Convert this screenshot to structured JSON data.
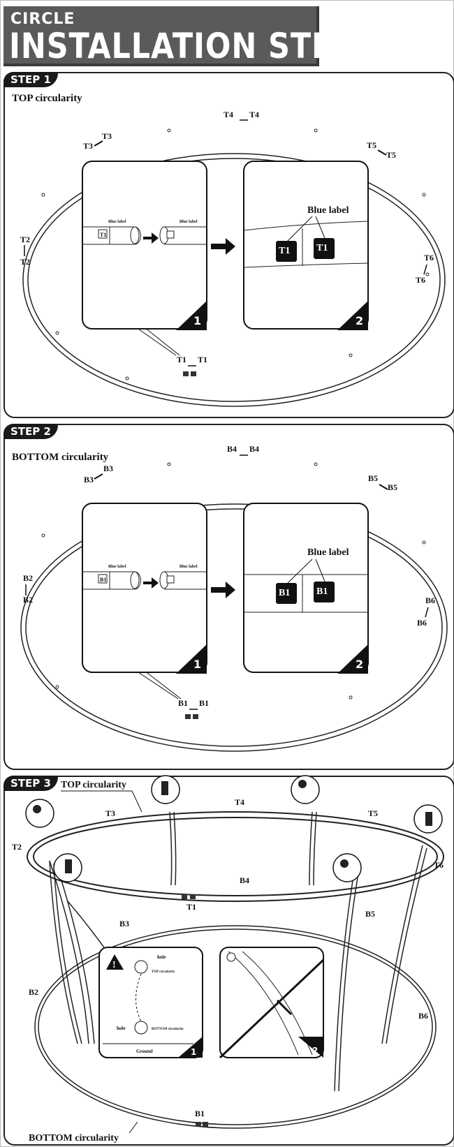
{
  "header": {
    "line1": "CIRCLE",
    "line2": "INSTALLATION STEPS"
  },
  "step1": {
    "tab": "STEP 1",
    "title": "TOP circularity",
    "labels": {
      "T1": "T1",
      "T2": "T2",
      "T3": "T3",
      "T4": "T4",
      "T5": "T5",
      "T6": "T6"
    },
    "inset1": {
      "number": "1",
      "small_label_a": "Blue label",
      "small_label_b": "Blue label",
      "tag": "T1"
    },
    "inset2": {
      "number": "2",
      "label": "Blue label",
      "tag": "T1"
    }
  },
  "step2": {
    "tab": "STEP 2",
    "title": "BOTTOM circularity",
    "labels": {
      "B1": "B1",
      "B2": "B2",
      "B3": "B3",
      "B4": "B4",
      "B5": "B5",
      "B6": "B6"
    },
    "inset1": {
      "number": "1",
      "small_label_a": "Blue label",
      "small_label_b": "Blue label",
      "tag": "B1"
    },
    "inset2": {
      "number": "2",
      "label": "Blue label",
      "tag": "B1"
    }
  },
  "step3": {
    "tab": "STEP 3",
    "top_circularity": "TOP circularity",
    "bottom_circularity": "BOTTOM circularity",
    "top_labels": {
      "T1": "T1",
      "T2": "T2",
      "T3": "T3",
      "T4": "T4",
      "T5": "T5",
      "T6": "T6"
    },
    "bottom_labels": {
      "B1": "B1",
      "B2": "B2",
      "B3": "B3",
      "B4": "B4",
      "B5": "B5",
      "B6": "B6"
    },
    "inset1": {
      "number": "1",
      "hole_top": "hole",
      "top_circ": "TOP circularity",
      "hole_bottom": "hole",
      "bottom_circ": "BOTTOM circularity",
      "ground": "Ground"
    },
    "inset2": {
      "number": "2"
    }
  }
}
